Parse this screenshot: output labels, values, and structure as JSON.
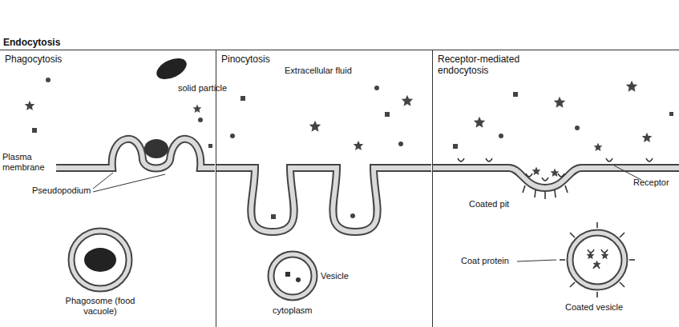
{
  "diagram": {
    "title": "Endocytosis",
    "nodes": [
      {
        "text": [
          "Phagocytosis"
        ]
      },
      {
        "text": [
          "Pinocytosis"
        ]
      },
      {
        "text": [
          "Receptor-mediated endocytosis"
        ]
      }
    ],
    "labels": [
      "solid particle",
      "Plasma membrane",
      "Pseudopodium",
      "Phagosome (food vacuole)",
      "Extracellular fluid",
      "Vesicle",
      "cytoplasm",
      "Coated pit",
      "Receptor",
      "Coat protein",
      "Coated vesicle"
    ]
  }
}
